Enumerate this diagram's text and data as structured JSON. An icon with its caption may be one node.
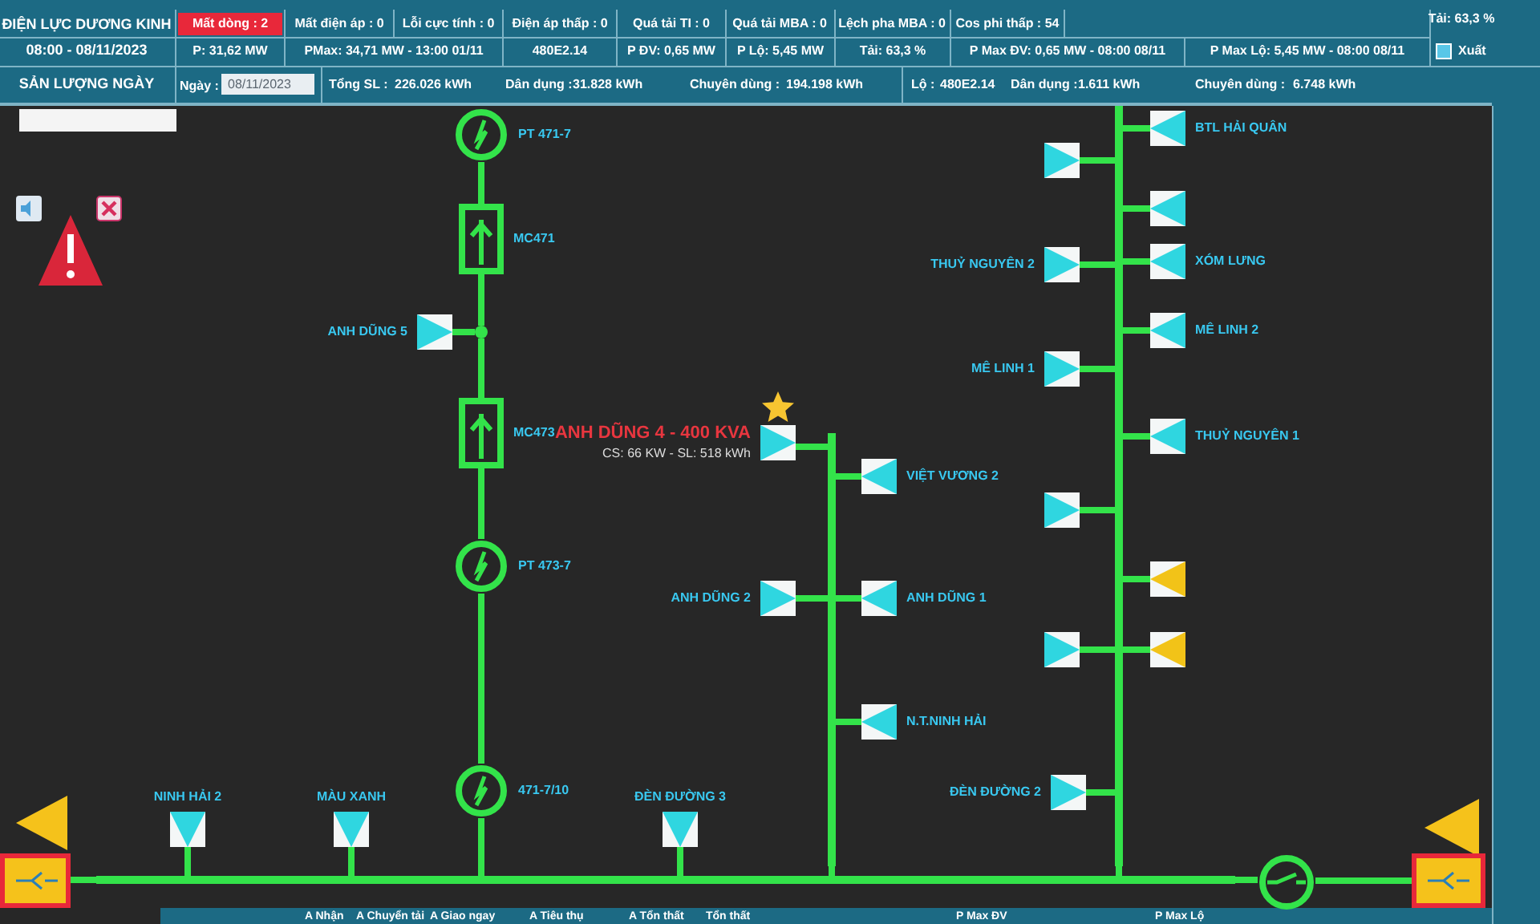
{
  "diagram": {
    "nodes": [
      {
        "text": [
          "PT 471-7"
        ]
      },
      {
        "text": [
          "MC471"
        ]
      },
      {
        "text": [],
        "shape": "circle"
      },
      {
        "text": [
          "ANH DŨNG 5"
        ]
      },
      {
        "text": [
          "MC473"
        ]
      },
      {
        "text": [
          "PT 473-7"
        ]
      },
      {
        "text": [
          "471-7/10"
        ]
      },
      {
        "text": [],
        "shape": "bar"
      },
      {
        "text": [],
        "shape": "box"
      },
      {
        "text": [],
        "shape": "box"
      },
      {
        "text": [],
        "shape": "circle"
      },
      {
        "text": [
          "NINH HẢI 2"
        ]
      },
      {
        "text": [
          "MÀU XANH"
        ]
      },
      {
        "text": [
          "ĐÈN ĐƯỜNG 3"
        ]
      },
      {
        "text": [],
        "shape": "bar"
      },
      {
        "text": [
          "ANH DŨNG 4 - 400 KVA",
          "CS: 66 KW - SL: 518 kWh"
        ]
      },
      {
        "text": [
          "VIỆT VƯƠNG 2"
        ]
      },
      {
        "text": [
          "ANH DŨNG 2"
        ]
      },
      {
        "text": [
          "ANH DŨNG 1"
        ]
      },
      {
        "text": [
          "N.T.NINH HẢI"
        ]
      },
      {
        "text": [],
        "shape": "bar"
      },
      {
        "text": [
          "BTL HẢI QUÂN"
        ]
      },
      {
        "text": [],
        "shape": "box"
      },
      {
        "text": [],
        "shape": "box"
      },
      {
        "text": [
          "THUỶ NGUYÊN 2"
        ]
      },
      {
        "text": [
          "XÓM LƯNG"
        ]
      },
      {
        "text": [
          "MÊ LINH 2"
        ]
      },
      {
        "text": [
          "MÊ LINH 1"
        ]
      },
      {
        "text": [
          "THUỶ NGUYÊN 1"
        ]
      },
      {
        "text": [],
        "shape": "box"
      },
      {
        "text": [],
        "shape": "box"
      },
      {
        "text": [],
        "shape": "box"
      },
      {
        "text": [],
        "shape": "box"
      },
      {
        "text": [
          "ĐÈN ĐƯỜNG 2"
        ]
      }
    ],
    "edges": [
      {
        "from": 0,
        "to": 1,
        "arrow": "none"
      },
      {
        "from": 1,
        "to": 2,
        "arrow": "none"
      },
      {
        "from": 2,
        "to": 4,
        "arrow": "none"
      },
      {
        "from": 4,
        "to": 5,
        "arrow": "none"
      },
      {
        "from": 5,
        "to": 6,
        "arrow": "none"
      },
      {
        "from": 6,
        "to": 7,
        "arrow": "none"
      },
      {
        "from": 3,
        "to": 2,
        "arrow": "none"
      },
      {
        "from": 8,
        "to": 7,
        "arrow": "none"
      },
      {
        "from": 7,
        "to": 10,
        "arrow": "none"
      },
      {
        "from": 10,
        "to": 9,
        "arrow": "none"
      },
      {
        "from": 11,
        "to": 7,
        "arrow": "none"
      },
      {
        "from": 12,
        "to": 7,
        "arrow": "none"
      },
      {
        "from": 13,
        "to": 7,
        "arrow": "none"
      },
      {
        "from": 14,
        "to": 7,
        "arrow": "none"
      },
      {
        "from": 15,
        "to": 14,
        "arrow": "none"
      },
      {
        "from": 16,
        "to": 14,
        "arrow": "none"
      },
      {
        "from": 17,
        "to": 14,
        "arrow": "none"
      },
      {
        "from": 18,
        "to": 14,
        "arrow": "none"
      },
      {
        "from": 19,
        "to": 14,
        "arrow": "none"
      },
      {
        "from": 20,
        "to": 7,
        "arrow": "none"
      },
      {
        "from": 21,
        "to": 20,
        "arrow": "none"
      },
      {
        "from": 22,
        "to": 20,
        "arrow": "none"
      },
      {
        "from": 23,
        "to": 20,
        "arrow": "none"
      },
      {
        "from": 24,
        "to": 20,
        "arrow": "none"
      },
      {
        "from": 25,
        "to": 20,
        "arrow": "none"
      },
      {
        "from": 26,
        "to": 20,
        "arrow": "none"
      },
      {
        "from": 27,
        "to": 20,
        "arrow": "none"
      },
      {
        "from": 28,
        "to": 20,
        "arrow": "none"
      },
      {
        "from": 29,
        "to": 20,
        "arrow": "none"
      },
      {
        "from": 30,
        "to": 20,
        "arrow": "none"
      },
      {
        "from": 31,
        "to": 20,
        "arrow": "none"
      },
      {
        "from": 32,
        "to": 20,
        "arrow": "none"
      },
      {
        "from": 33,
        "to": 20,
        "arrow": "none"
      }
    ],
    "labels": [
      "ĐIỆN LỰC DƯƠNG KINH",
      "Mất dòng : 2",
      "Mất điện áp : 0",
      "Lỗi cực tính : 0",
      "Điện áp thấp : 0",
      "Quá tải TI : 0",
      "Quá tải MBA : 0",
      "Lệch pha MBA : 0",
      "Cos phi thấp : 54",
      "Tải: 63,3 %",
      "08:00 - 08/11/2023",
      "P: 31,62 MW",
      "PMax: 34,71 MW - 13:00 01/11",
      "480E2.14",
      "P ĐV: 0,65 MW",
      "P Lộ: 5,45 MW",
      "Tải: 63,3 %",
      "P Max ĐV: 0,65 MW - 08:00 08/11",
      "P Max Lộ: 5,45 MW - 08:00 08/11",
      "Xuất",
      "SẢN LƯỢNG NGÀY",
      "Ngày :",
      "08/11/2023",
      "Tổng SL :",
      "226.026 kWh",
      "Dân dụng :",
      "31.828 kWh",
      "Chuyên dùng :",
      "194.198 kWh",
      "Lộ :",
      "480E2.14",
      "Dân dụng :",
      "1.611 kWh",
      "Chuyên dùng :",
      "6.748 kWh",
      "A Nhận",
      "A Chuyển tải",
      "A Giao ngay",
      "A Tiêu thụ",
      "A Tổn thất",
      "Tổn thất",
      "P Max ĐV",
      "P Max Lộ"
    ]
  }
}
